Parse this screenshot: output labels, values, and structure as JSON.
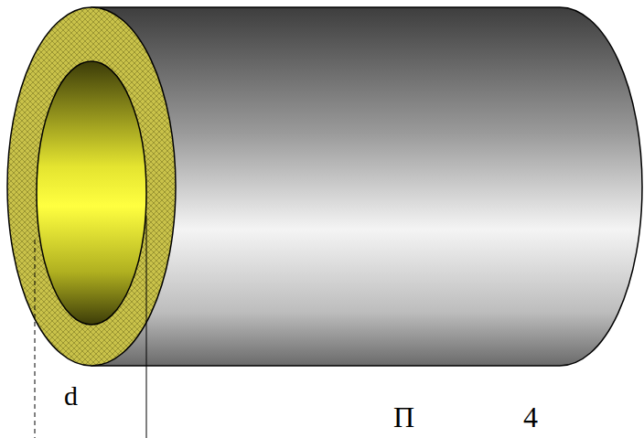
{
  "diagram": {
    "labels": [
      "d",
      "П",
      "4"
    ]
  }
}
